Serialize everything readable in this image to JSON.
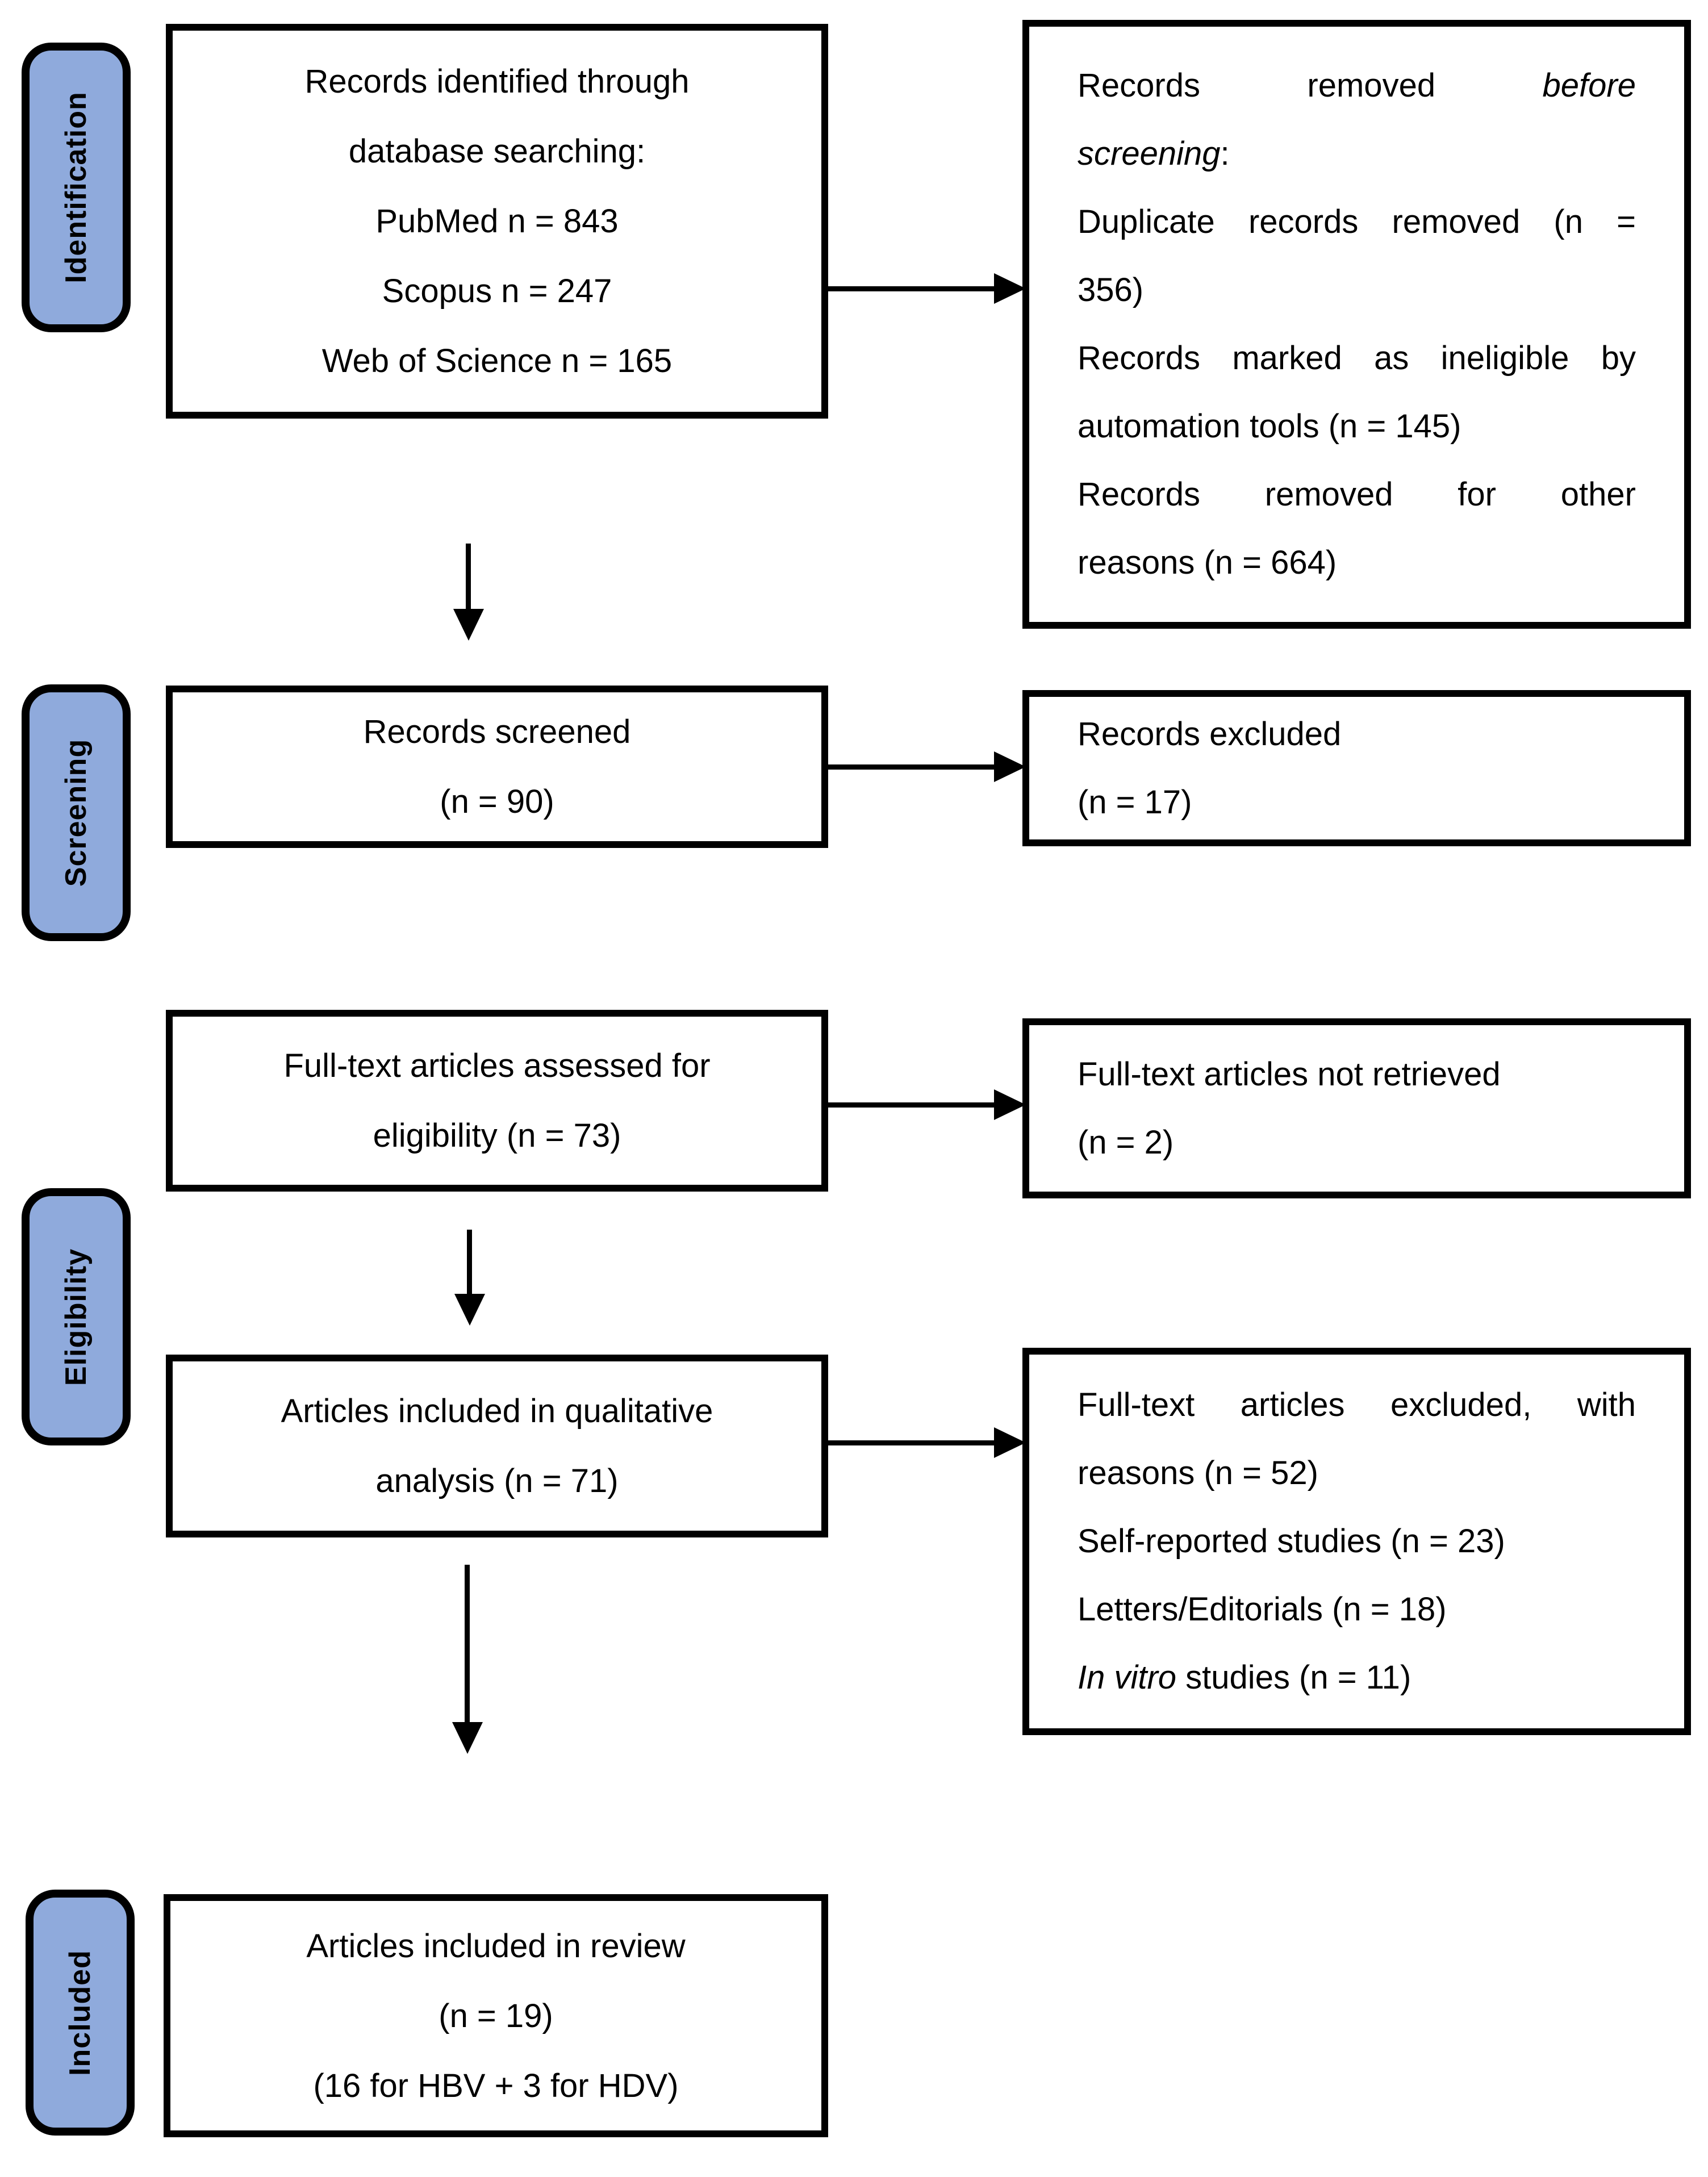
{
  "palette": {
    "accent": "#8FAADC",
    "ink": "#000000",
    "paper": "#FFFFFF"
  },
  "stages": [
    {
      "label": "Identification"
    },
    {
      "label": "Screening"
    },
    {
      "label": "Eligibility"
    },
    {
      "label": "Included"
    }
  ],
  "boxes": {
    "identified": {
      "lines": [
        "Records identified through",
        "database searching:",
        "PubMed n = 843",
        "Scopus n = 247",
        "Web of Science n = 165"
      ]
    },
    "removed_before_screening": {
      "lines": [
        {
          "j": true,
          "seg": [
            {
              "t": "Records removed "
            },
            {
              "t": "before",
              "i": true
            }
          ]
        },
        {
          "seg": [
            {
              "t": "screening",
              "i": true
            },
            {
              "t": ":"
            }
          ]
        },
        {
          "j": true,
          "seg": [
            {
              "t": "Duplicate records removed (n ="
            }
          ]
        },
        {
          "seg": [
            {
              "t": "356)"
            }
          ]
        },
        {
          "j": true,
          "seg": [
            {
              "t": "Records marked as ineligible by"
            }
          ]
        },
        {
          "seg": [
            {
              "t": "automation tools (n = 145)"
            }
          ]
        },
        {
          "j": true,
          "seg": [
            {
              "t": "Records removed for other"
            }
          ]
        },
        {
          "seg": [
            {
              "t": "reasons (n = 664)"
            }
          ]
        }
      ]
    },
    "screened": {
      "lines": [
        "Records screened",
        "(n = 90)"
      ]
    },
    "excluded": {
      "lines": [
        "Records excluded",
        "(n = 17)"
      ]
    },
    "fulltext_assessed": {
      "lines": [
        "Full-text articles assessed for",
        "eligibility (n = 73)"
      ]
    },
    "not_retrieved": {
      "lines": [
        "Full-text articles not retrieved",
        "(n = 2)"
      ]
    },
    "qualitative": {
      "lines": [
        "Articles included in qualitative",
        "analysis (n = 71)"
      ]
    },
    "excluded_reasons": {
      "lines": [
        {
          "j": true,
          "seg": [
            {
              "t": "Full-text articles excluded, with"
            }
          ]
        },
        {
          "seg": [
            {
              "t": "reasons (n = 52)"
            }
          ]
        },
        {
          "seg": [
            {
              "t": "Self-reported studies (n = 23)"
            }
          ]
        },
        {
          "seg": [
            {
              "t": "Letters/Editorials (n = 18)"
            }
          ]
        },
        {
          "seg": [
            {
              "t": "In vitro",
              "i": true
            },
            {
              "t": " studies (n = 11)"
            }
          ]
        }
      ]
    },
    "included_review": {
      "lines": [
        "Articles included in review",
        "(n = 19)",
        "(16 for HBV + 3 for HDV)"
      ]
    }
  }
}
